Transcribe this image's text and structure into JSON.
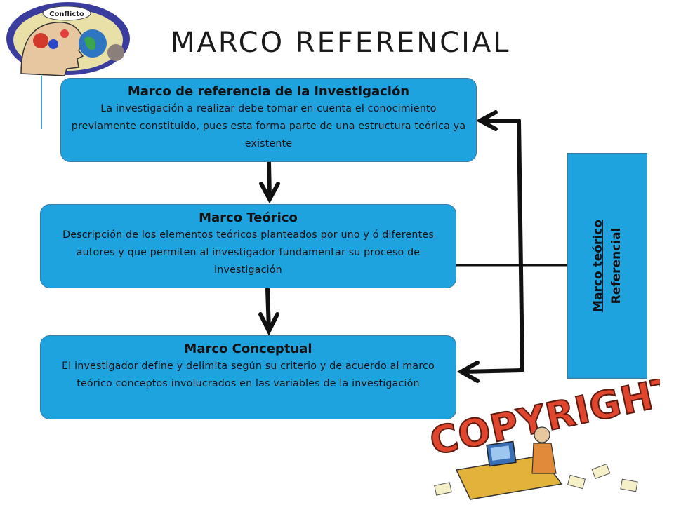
{
  "slide": {
    "title": "MARCO REFERENCIAL",
    "logo_label": "Conflicto",
    "copyright_art": "COPYRIGHT"
  },
  "boxes": [
    {
      "title": "Marco de referencia de la investigación",
      "text": "La investigación a realizar debe tomar en cuenta el conocimiento previamente constituido, pues esta forma parte de una estructura teórica ya existente"
    },
    {
      "title": "Marco Teórico",
      "text": "Descripción de los elementos teóricos planteados por uno y ó diferentes autores y que permiten al investigador fundamentar su proceso de investigación"
    },
    {
      "title": "Marco Conceptual",
      "text": "El investigador define y delimita según su criterio y de acuerdo al marco teórico conceptos involucrados en las variables de la investigación"
    }
  ],
  "side_box": {
    "line1": "Marco teórico",
    "line2": "Referencial"
  },
  "colors": {
    "box_fill": "#1ea3de",
    "box_border": "#3b7aa4",
    "arrow": "#111111",
    "accent_line": "#4aa7c4"
  }
}
